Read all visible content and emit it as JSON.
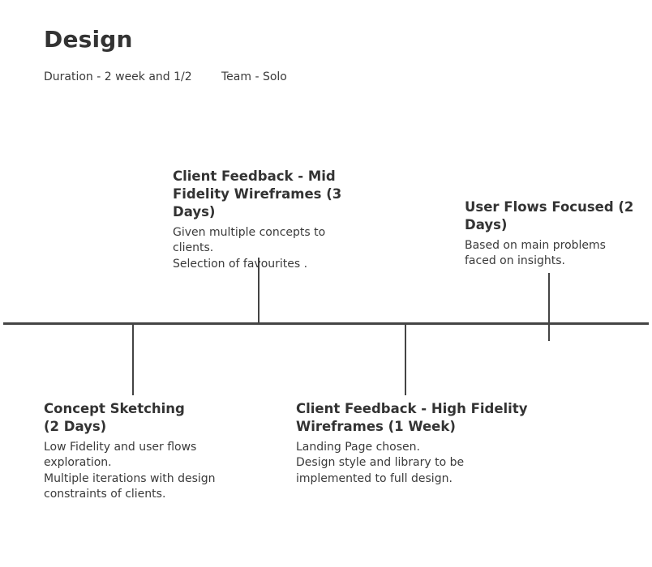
{
  "header": {
    "title": "Design",
    "duration": "Duration - 2 week and 1/2",
    "team": "Team - Solo"
  },
  "timeline": {
    "events": [
      {
        "title": "Concept Sketching\n(2 Days)",
        "description": "Low Fidelity and user flows\nexploration.\nMultiple iterations with design\nconstraints of clients."
      },
      {
        "title": "Client Feedback - Mid\nFidelity Wireframes (3\nDays)",
        "description": "Given multiple concepts to\nclients.\nSelection of favourites ."
      },
      {
        "title": "Client Feedback - High Fidelity\nWireframes (1 Week)",
        "description": "Landing Page chosen.\nDesign style and library to be\nimplemented to full design."
      },
      {
        "title": "User Flows Focused (2\nDays)",
        "description": "Based on main problems\nfaced on insights."
      }
    ]
  }
}
